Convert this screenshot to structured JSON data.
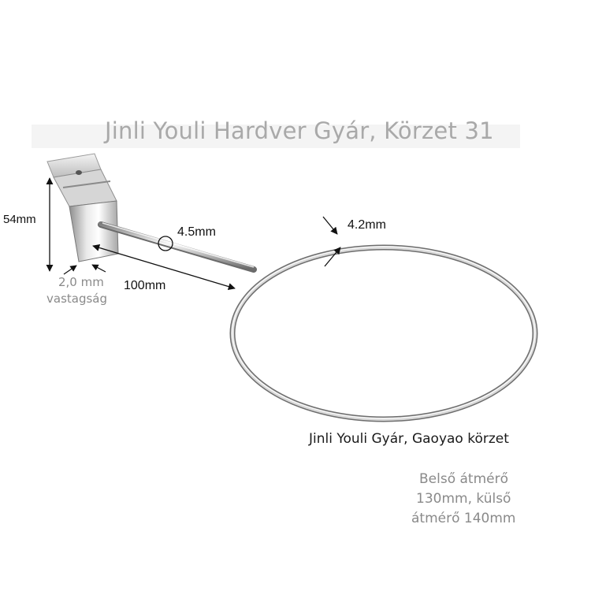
{
  "watermark_title": "Jinli Youli Hardver Gyár, Körzet 31",
  "dimensions": {
    "height": "54mm",
    "thickness_value": "2,0 mm",
    "thickness_word": "vastagság",
    "rod_diameter": "4.5mm",
    "ring_wire": "4.2mm",
    "arm_length": "100mm"
  },
  "factory_caption": "Jinli Youli Gyár, Gaoyao körzet",
  "spec_note": {
    "line1": "Belső átmérő",
    "line2": "130mm, külső",
    "line3": "átmérő 140mm"
  }
}
